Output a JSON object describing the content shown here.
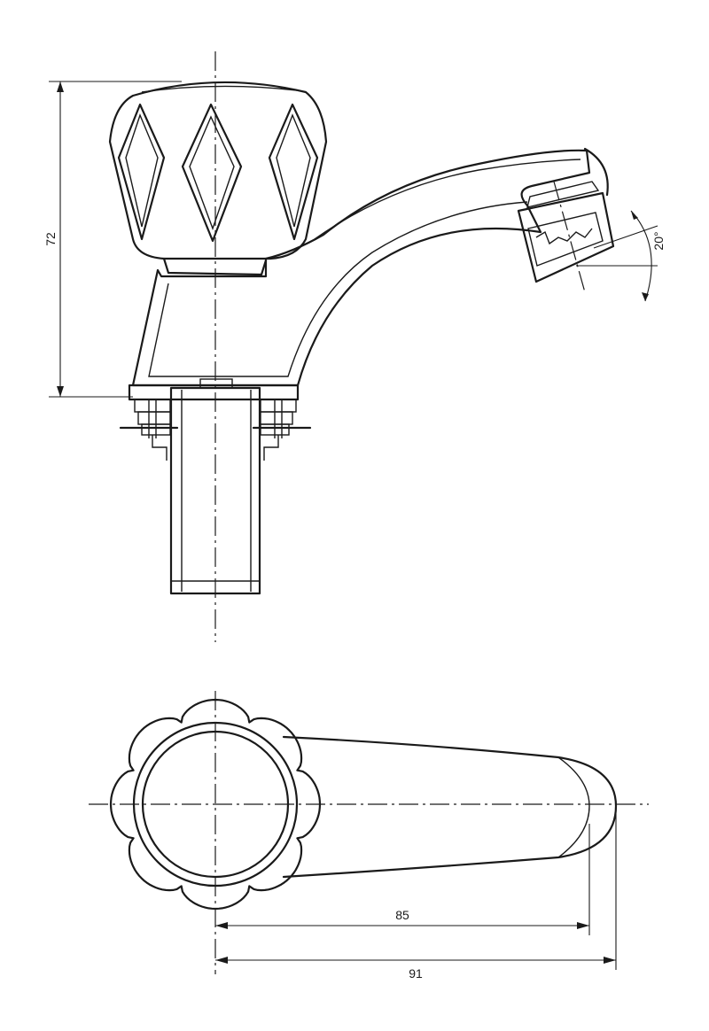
{
  "dimensions": {
    "height": "72",
    "reach_short": "85",
    "reach_long": "91",
    "angle": "20°"
  }
}
